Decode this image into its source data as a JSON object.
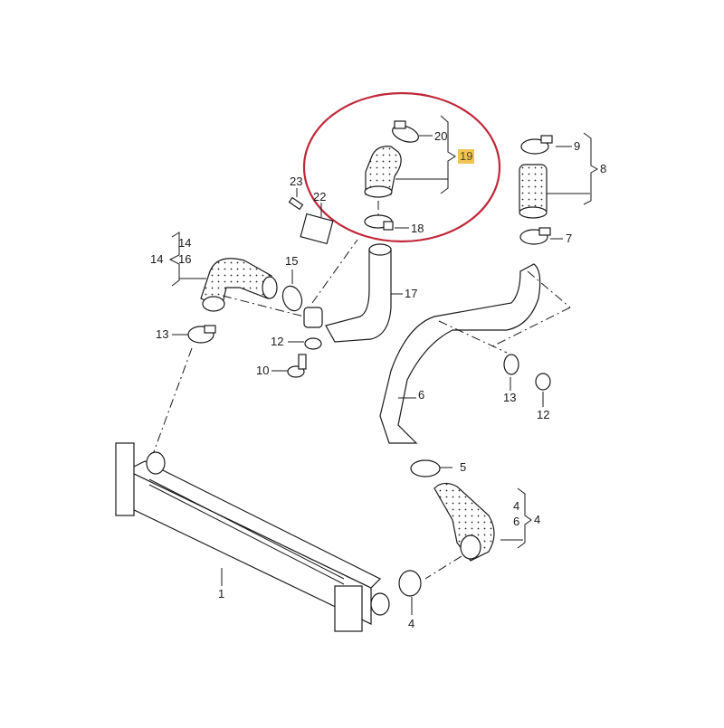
{
  "diagram": {
    "title": "Intercooler charge air hose exploded parts diagram",
    "highlight": {
      "part": "19",
      "color": "#f2c552",
      "circle_color": "#c0283a"
    },
    "labels": [
      {
        "id": "l1",
        "text": "1"
      },
      {
        "id": "l4a",
        "text": "4"
      },
      {
        "id": "l4b",
        "text": "4"
      },
      {
        "id": "l5",
        "text": "5"
      },
      {
        "id": "l6a",
        "text": "6"
      },
      {
        "id": "l6b",
        "text": "6"
      },
      {
        "id": "l7",
        "text": "7"
      },
      {
        "id": "l8",
        "text": "8"
      },
      {
        "id": "l9",
        "text": "9"
      },
      {
        "id": "l10",
        "text": "10"
      },
      {
        "id": "l12a",
        "text": "12"
      },
      {
        "id": "l12b",
        "text": "12"
      },
      {
        "id": "l13a",
        "text": "13"
      },
      {
        "id": "l13b",
        "text": "13"
      },
      {
        "id": "l14a",
        "text": "14"
      },
      {
        "id": "l14b",
        "text": "14"
      },
      {
        "id": "l15",
        "text": "15"
      },
      {
        "id": "l16a",
        "text": "16"
      },
      {
        "id": "l16b",
        "text": "16"
      },
      {
        "id": "l17",
        "text": "17"
      },
      {
        "id": "l18",
        "text": "18"
      },
      {
        "id": "l19",
        "text": "19"
      },
      {
        "id": "l20",
        "text": "20"
      },
      {
        "id": "l22",
        "text": "22"
      },
      {
        "id": "l23",
        "text": "23"
      }
    ],
    "parts": {
      "intercooler": "1",
      "hose_clamp_lower": "4",
      "hose_assembly_lower": "5",
      "clamp_6": "6",
      "pipe_right": "7",
      "clamp_8": "8",
      "hose_assembly_right": "9",
      "clamp_10": "10",
      "bolt": "12",
      "grommet": "13",
      "clamp_14": "14",
      "hose_assembly_left": "15",
      "clamp_16": "16",
      "pipe_center": "17",
      "clamp_18": "18",
      "hose_assembly_top": "19",
      "clamp_20": "20",
      "sensor": "22",
      "screw": "23"
    }
  }
}
